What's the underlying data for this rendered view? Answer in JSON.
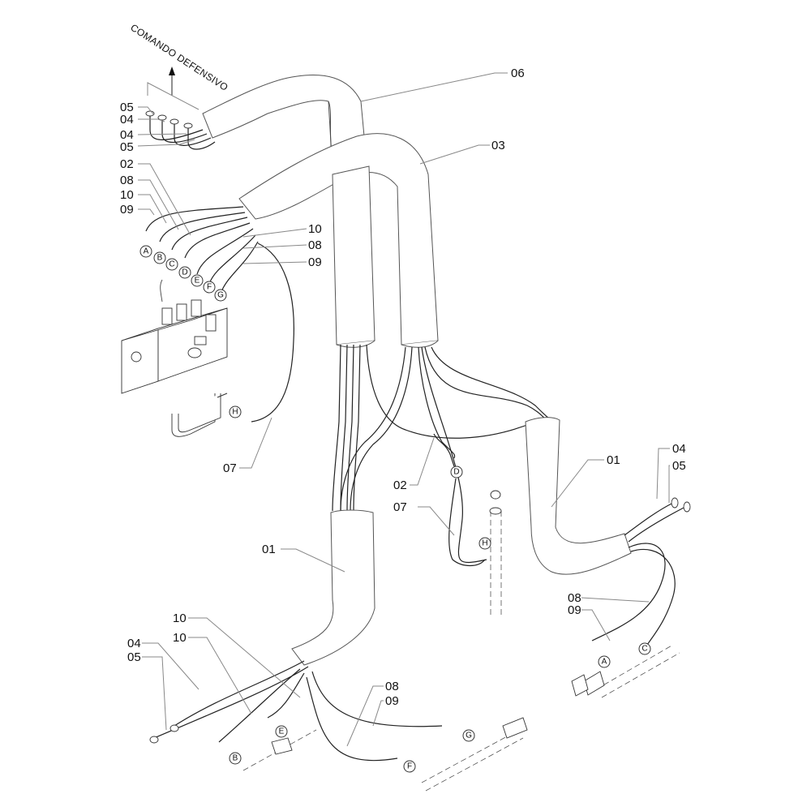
{
  "diagram": {
    "heading": "COMANDO DEFENSIVO",
    "callouts": {
      "top_left_05a": "05",
      "top_left_04a": "04",
      "top_left_04b": "04",
      "top_left_05b": "05",
      "valve_02": "02",
      "valve_08": "08",
      "valve_10": "10",
      "valve_09": "09",
      "right_10": "10",
      "right_08": "08",
      "right_09": "09",
      "sleeve_06": "06",
      "sleeve_03": "03",
      "hose_07_left": "07",
      "hose_02_mid": "02",
      "hose_07_mid": "07",
      "sleeve_01_right": "01",
      "right_04": "04",
      "right_05": "05",
      "sleeve_01_left": "01",
      "right_cyl_08": "08",
      "right_cyl_09": "09",
      "bottom_10a": "10",
      "bottom_10b": "10",
      "bottom_04": "04",
      "bottom_05": "05",
      "bottom_08": "08",
      "bottom_09": "09"
    },
    "connection_points": {
      "valve": [
        "A",
        "B",
        "C",
        "D",
        "E",
        "F",
        "G"
      ],
      "valve_H": "H",
      "mid_D": "D",
      "mid_H": "H",
      "right_C": "C",
      "right_A": "A",
      "bottom_E": "E",
      "bottom_B": "B",
      "bottom_G": "G",
      "bottom_F": "F"
    }
  }
}
